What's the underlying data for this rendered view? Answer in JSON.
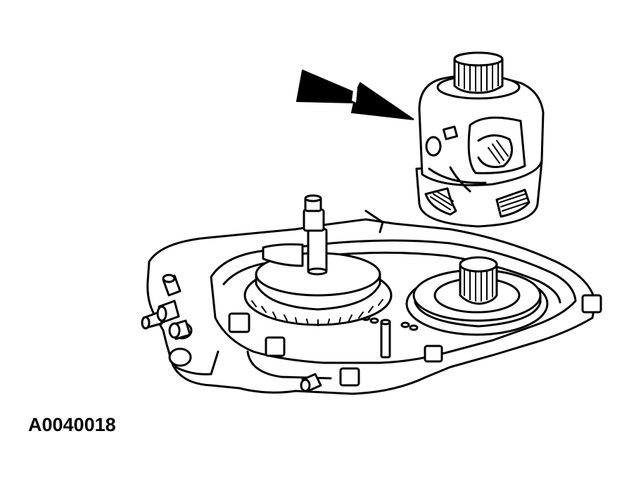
{
  "figure_id": "A0040018",
  "colors": {
    "ink": "#000000",
    "background": "#ffffff"
  },
  "illustration": {
    "subject": "differential-assembly-removal",
    "parts": [
      "arrow-icon",
      "differential-assembly",
      "transaxle-case",
      "shaft-gear",
      "drive-pinion-gear",
      "input-shaft",
      "bolt-studs"
    ]
  }
}
